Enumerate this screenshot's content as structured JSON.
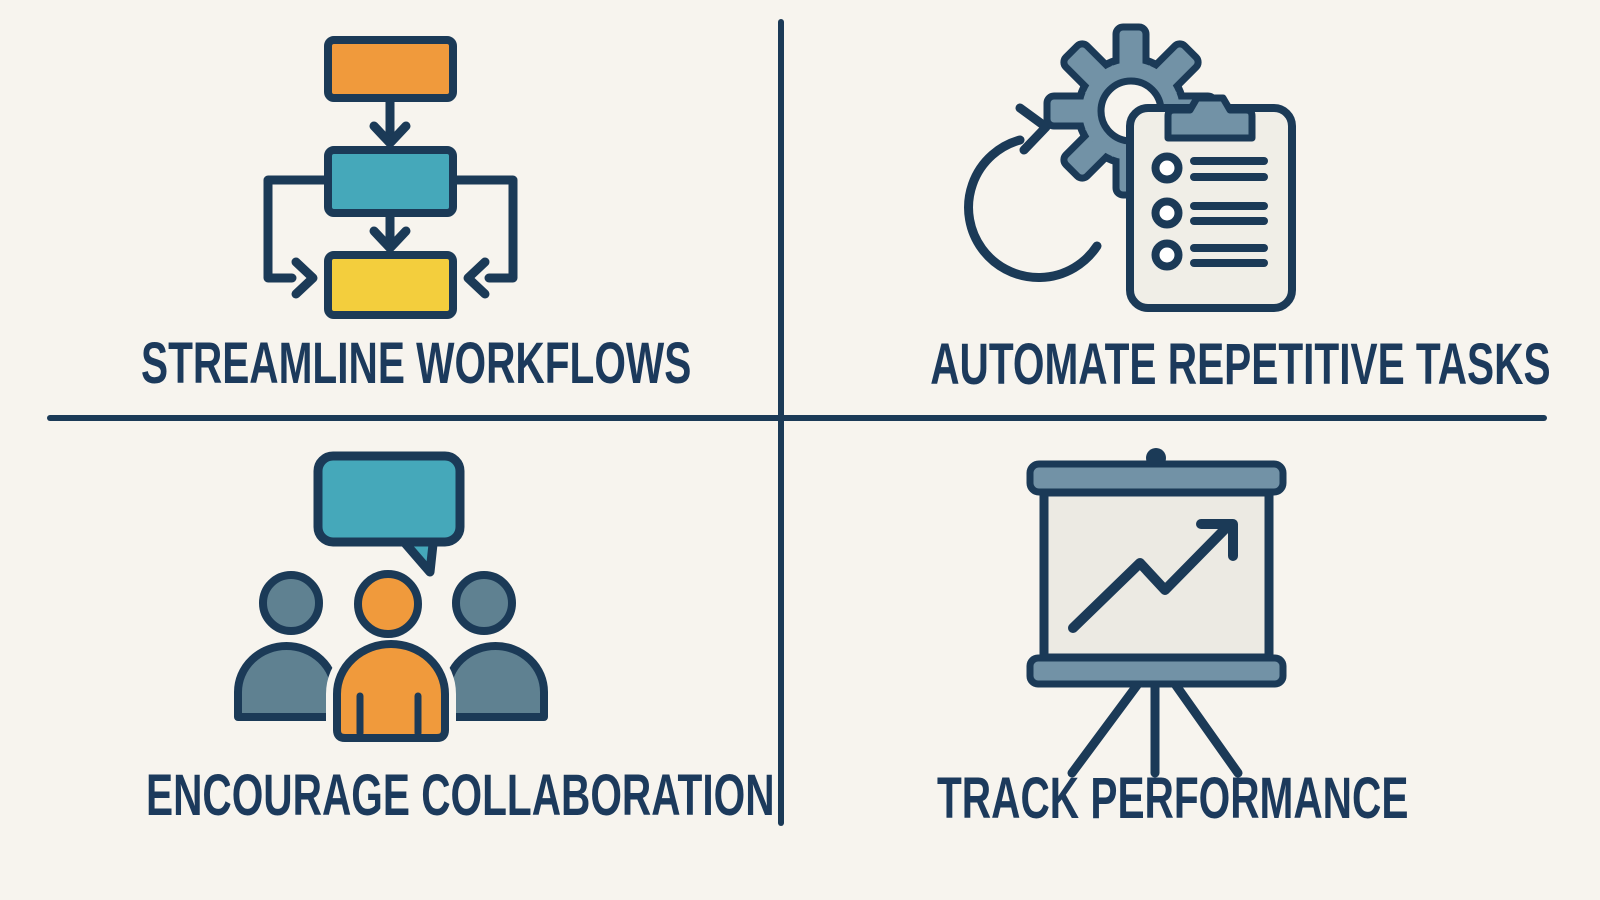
{
  "page": {
    "background": "#F7F4EE",
    "divider_color": "#1B3A57"
  },
  "palette": {
    "bg": "#F7F4EE",
    "navy": "#1B3A57",
    "text-navy": "#1C3A5C",
    "orange": "#F09A3C",
    "teal": "#45A8BA",
    "yellow": "#F3CE3D",
    "slate": "#7292A6",
    "slate-dark": "#5F8191",
    "paper": "#F0EEE7",
    "board": "#ECEAE3",
    "white": "#FFFFFF"
  },
  "quadrants": [
    {
      "position": "top-left",
      "icon": "flowchart-icon",
      "label": "STREAMLINE WORKFLOWS"
    },
    {
      "position": "top-right",
      "icon": "gear-clipboard-cycle-icon",
      "label": "AUTOMATE REPETITIVE TASKS"
    },
    {
      "position": "bottom-left",
      "icon": "speech-bubble-team-icon",
      "label": "ENCOURAGE COLLABORATION"
    },
    {
      "position": "bottom-right",
      "icon": "easel-growth-chart-icon",
      "label": "TRACK PERFORMANCE"
    }
  ]
}
